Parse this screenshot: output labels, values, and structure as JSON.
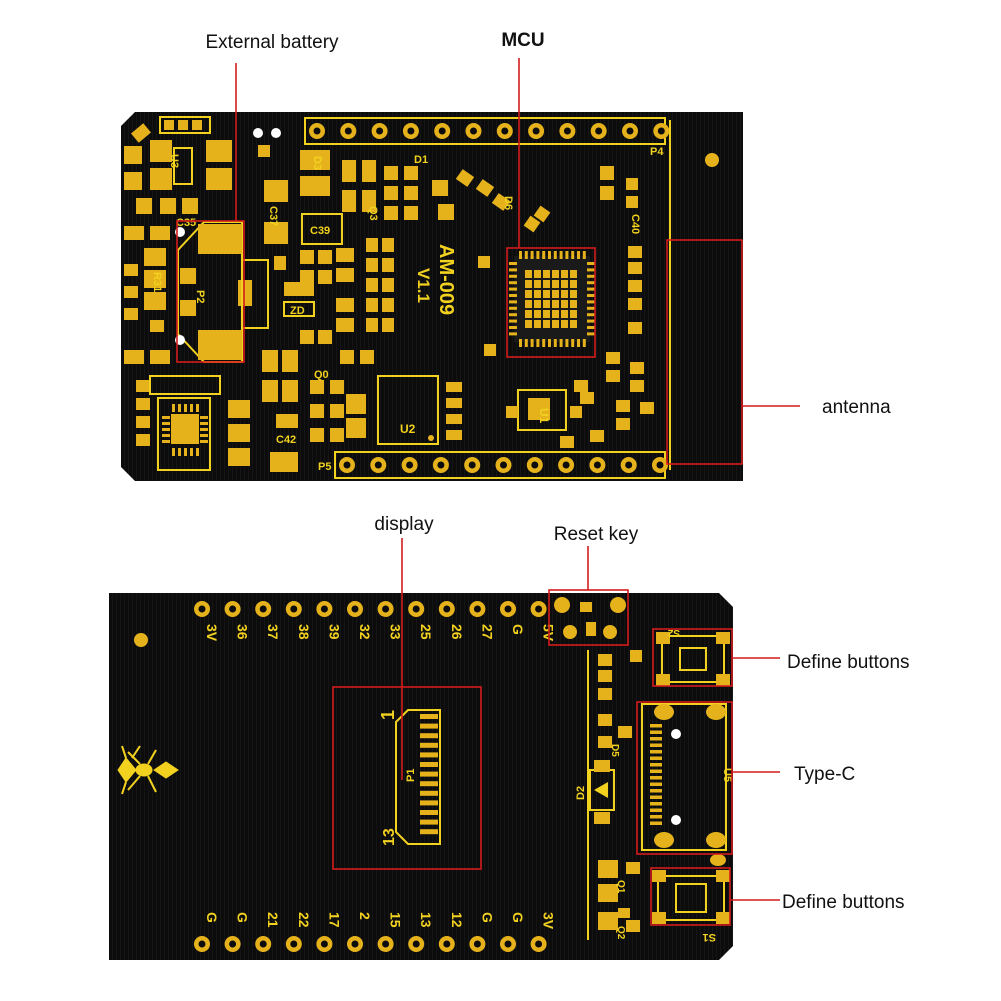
{
  "colors": {
    "board": "#0c0c0c",
    "silk": "#f2d21f",
    "pad": "#e6b21c",
    "callout": "#d41c1c"
  },
  "top_board": {
    "labels": {
      "external_battery": "External battery",
      "mcu": "MCU",
      "antenna": "antenna"
    },
    "silkscreen": {
      "model": "AM-009",
      "version": "V1.1",
      "header_top": "P4",
      "header_bottom": "P5",
      "u2": "U2",
      "u1": "U1",
      "p2": "P2",
      "r31": "R31",
      "c35": "C35",
      "c37": "C37",
      "c39": "C39",
      "c42": "C42",
      "c40": "C40",
      "d1": "D1",
      "d3": "D3",
      "d6": "D6",
      "q3": "Q3",
      "u3": "U3",
      "zd": "ZD",
      "q0": "Q0"
    }
  },
  "bottom_board": {
    "labels": {
      "display": "display",
      "reset_key": "Reset key",
      "define_buttons_1": "Define buttons",
      "type_c": "Type-C",
      "define_buttons_2": "Define buttons"
    },
    "top_pins": [
      "3V",
      "36",
      "37",
      "38",
      "39",
      "32",
      "33",
      "25",
      "26",
      "27",
      "G",
      "5V"
    ],
    "bottom_pins": [
      "G",
      "G",
      "21",
      "22",
      "17",
      "2",
      "15",
      "13",
      "12",
      "G",
      "G",
      "3V"
    ],
    "silkscreen": {
      "fpc_pin1": "1",
      "fpc_pin13": "13",
      "fpc_ref": "P1",
      "d2": "D2",
      "u5": "U5",
      "s1": "S1",
      "s2": "S2",
      "q1": "Q1",
      "q2": "Q2",
      "d5": "D5"
    }
  }
}
